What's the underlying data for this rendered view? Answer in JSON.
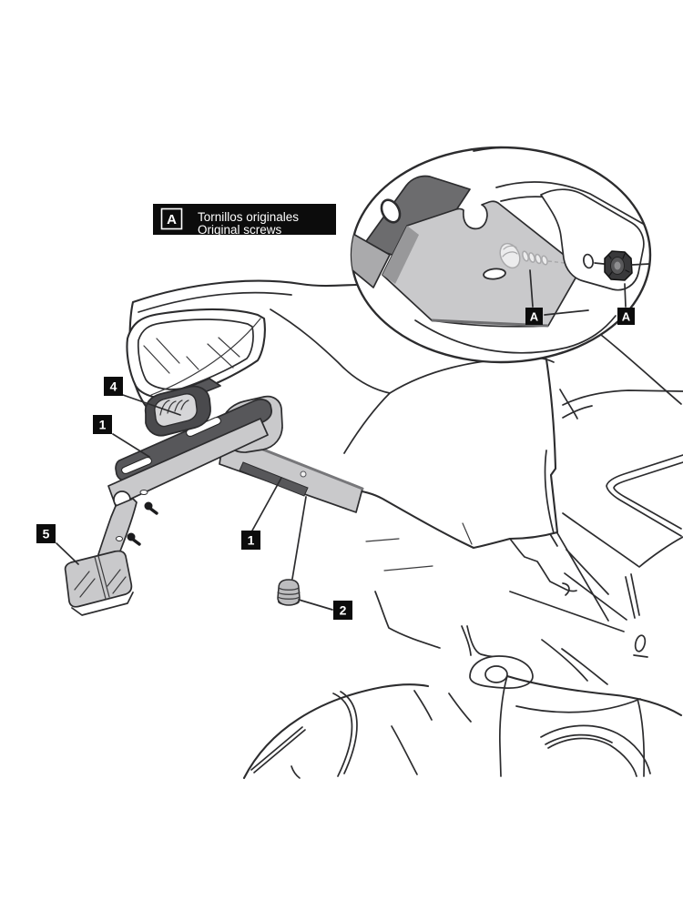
{
  "legend": {
    "key": "A",
    "line1": "Tornillos originales",
    "line2": "Original screws"
  },
  "detail_view": {
    "label_screw": "A",
    "label_nut": "A"
  },
  "callouts": {
    "license_light": "4",
    "bracket": "1",
    "plate": "1",
    "grommet": "2",
    "reflector": "5"
  },
  "colors": {
    "line": "#2c2c2e",
    "label_background": "#0c0c0c",
    "label_text": "#ffffff",
    "gray_light": "#c9c9cb",
    "gray_medium": "#a5a5a7",
    "gray_dark": "#57575a",
    "background": "#ffffff"
  }
}
